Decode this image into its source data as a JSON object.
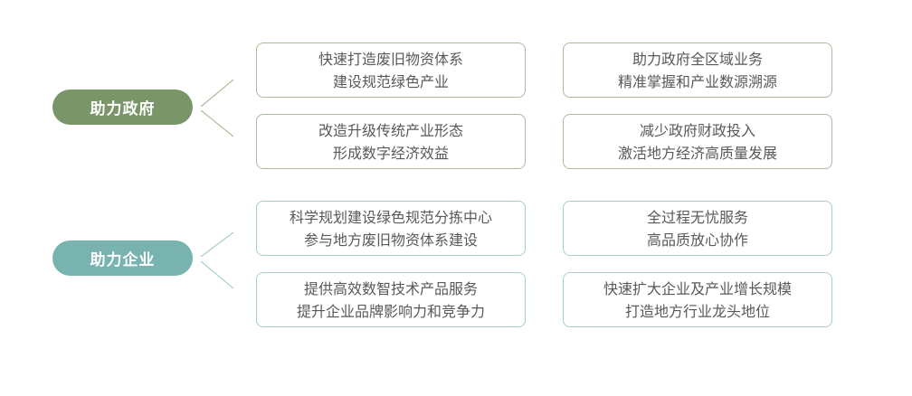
{
  "colors": {
    "government": "#7a9568",
    "enterprise": "#78b3b0",
    "text": "#595959"
  },
  "groups": [
    {
      "label": "助力政府",
      "items": [
        [
          "快速打造废旧物资体系",
          "建设规范绿色产业"
        ],
        [
          "助力政府全区域业务",
          "精准掌握和产业数源溯源"
        ],
        [
          "改造升级传统产业形态",
          "形成数字经济效益"
        ],
        [
          "减少政府财政投入",
          "激活地方经济高质量发展"
        ]
      ]
    },
    {
      "label": "助力企业",
      "items": [
        [
          "科学规划建设绿色规范分拣中心",
          "参与地方废旧物资体系建设"
        ],
        [
          "全过程无忧服务",
          "高品质放心协作"
        ],
        [
          "提供高效数智技术产品服务",
          "提升企业品牌影响力和竞争力"
        ],
        [
          "快速扩大企业及产业增长规模",
          "打造地方行业龙头地位"
        ]
      ]
    }
  ]
}
